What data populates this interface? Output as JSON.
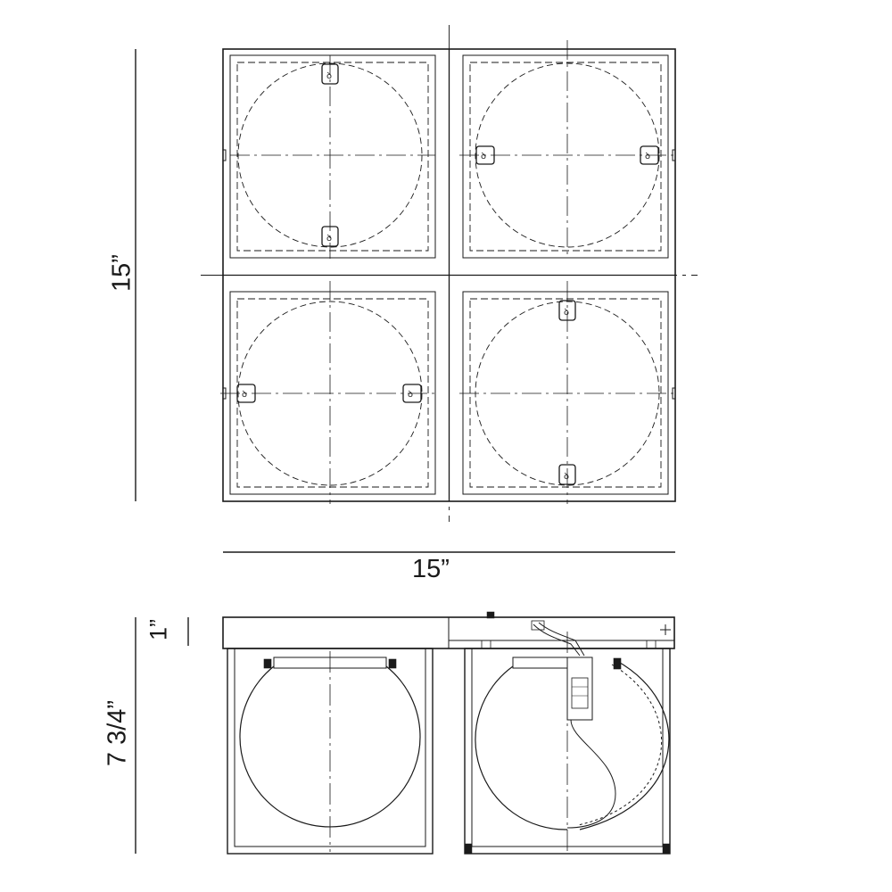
{
  "dimensions": {
    "height_top_view": "15”",
    "width_top_view": "15”",
    "canopy_height": "1”",
    "fixture_height": "7 3/4”"
  },
  "colors": {
    "line": "#1a1a1a",
    "background": "#ffffff"
  }
}
